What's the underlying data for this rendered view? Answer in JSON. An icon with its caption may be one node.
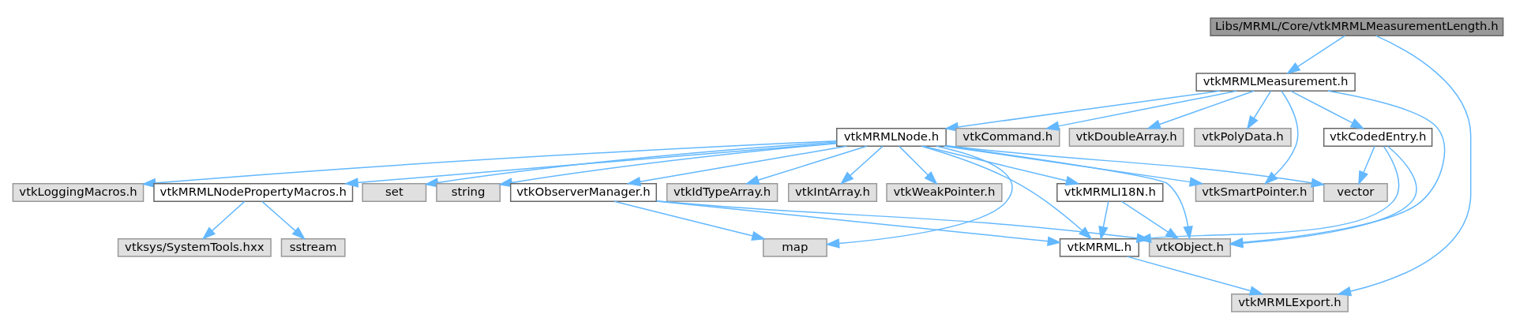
{
  "diagram": {
    "nodes": [
      {
        "text": [
          "Libs/MRML/Core/vtkMRMLMeasurementLength.h"
        ]
      },
      {
        "text": [
          "vtkMRMLMeasurement.h"
        ]
      },
      {
        "text": [
          "vtkMRMLNode.h"
        ]
      },
      {
        "text": [
          "vtkCommand.h"
        ]
      },
      {
        "text": [
          "vtkDoubleArray.h"
        ]
      },
      {
        "text": [
          "vtkPolyData.h"
        ]
      },
      {
        "text": [
          "vtkCodedEntry.h"
        ]
      },
      {
        "text": [
          "vtkLoggingMacros.h"
        ]
      },
      {
        "text": [
          "vtkMRMLNodePropertyMacros.h"
        ]
      },
      {
        "text": [
          "set"
        ]
      },
      {
        "text": [
          "string"
        ]
      },
      {
        "text": [
          "vtkObserverManager.h"
        ]
      },
      {
        "text": [
          "vtkIdTypeArray.h"
        ]
      },
      {
        "text": [
          "vtkIntArray.h"
        ]
      },
      {
        "text": [
          "vtkWeakPointer.h"
        ]
      },
      {
        "text": [
          "vtkMRMLI18N.h"
        ]
      },
      {
        "text": [
          "vtkSmartPointer.h"
        ]
      },
      {
        "text": [
          "vector"
        ]
      },
      {
        "text": [
          "vtksys/SystemTools.hxx"
        ]
      },
      {
        "text": [
          "sstream"
        ]
      },
      {
        "text": [
          "map"
        ]
      },
      {
        "text": [
          "vtkMRML.h"
        ]
      },
      {
        "text": [
          "vtkObject.h"
        ]
      },
      {
        "text": [
          "vtkMRMLExport.h"
        ]
      }
    ],
    "edges": [
      {
        "from": 0,
        "to": 23,
        "arrow": "to"
      },
      {
        "from": 0,
        "to": 1,
        "arrow": "to"
      },
      {
        "from": 1,
        "to": 2,
        "arrow": "to"
      },
      {
        "from": 1,
        "to": 16,
        "arrow": "to"
      },
      {
        "from": 1,
        "to": 3,
        "arrow": "to"
      },
      {
        "from": 1,
        "to": 4,
        "arrow": "to"
      },
      {
        "from": 1,
        "to": 5,
        "arrow": "to"
      },
      {
        "from": 1,
        "to": 6,
        "arrow": "to"
      },
      {
        "from": 1,
        "to": 22,
        "arrow": "to"
      },
      {
        "from": 2,
        "to": 7,
        "arrow": "to"
      },
      {
        "from": 2,
        "to": 8,
        "arrow": "to"
      },
      {
        "from": 2,
        "to": 9,
        "arrow": "to"
      },
      {
        "from": 2,
        "to": 10,
        "arrow": "to"
      },
      {
        "from": 2,
        "to": 20,
        "arrow": "to"
      },
      {
        "from": 2,
        "to": 11,
        "arrow": "to"
      },
      {
        "from": 2,
        "to": 21,
        "arrow": "to"
      },
      {
        "from": 2,
        "to": 12,
        "arrow": "to"
      },
      {
        "from": 2,
        "to": 13,
        "arrow": "to"
      },
      {
        "from": 2,
        "to": 14,
        "arrow": "to"
      },
      {
        "from": 2,
        "to": 15,
        "arrow": "to"
      },
      {
        "from": 2,
        "to": 16,
        "arrow": "to"
      },
      {
        "from": 2,
        "to": 22,
        "arrow": "to"
      },
      {
        "from": 2,
        "to": 17,
        "arrow": "to"
      },
      {
        "from": 6,
        "to": 17,
        "arrow": "to"
      },
      {
        "from": 6,
        "to": 21,
        "arrow": "to"
      },
      {
        "from": 6,
        "to": 22,
        "arrow": "to"
      },
      {
        "from": 8,
        "to": 18,
        "arrow": "to"
      },
      {
        "from": 8,
        "to": 19,
        "arrow": "to"
      },
      {
        "from": 11,
        "to": 20,
        "arrow": "to"
      },
      {
        "from": 11,
        "to": 21,
        "arrow": "to"
      },
      {
        "from": 11,
        "to": 22,
        "arrow": "to"
      },
      {
        "from": 15,
        "to": 21,
        "arrow": "to"
      },
      {
        "from": 15,
        "to": 22,
        "arrow": "to"
      },
      {
        "from": 21,
        "to": 23,
        "arrow": "to"
      }
    ]
  }
}
